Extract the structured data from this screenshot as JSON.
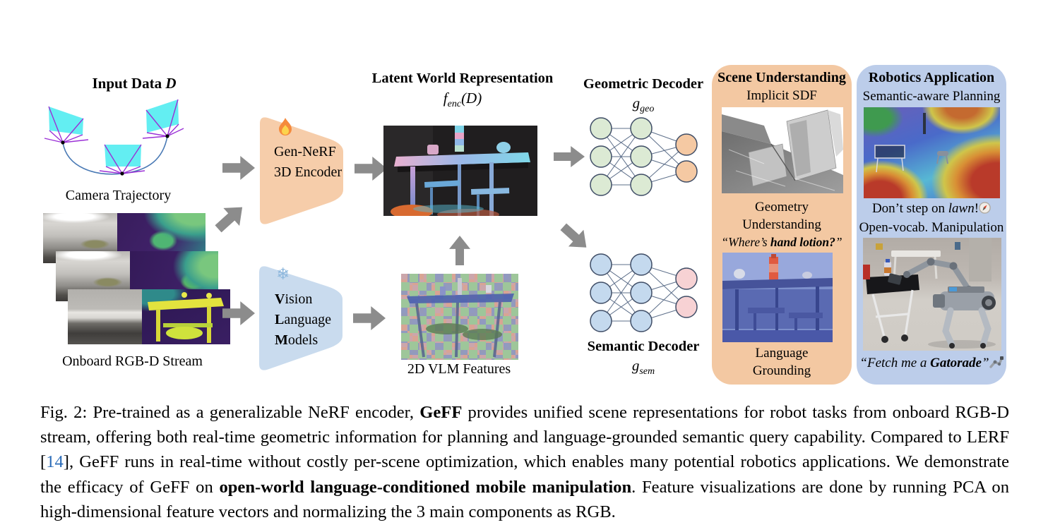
{
  "figure": {
    "input": {
      "title_text": "Input Data ",
      "title_var": "D",
      "camera_trajectory_label": "Camera Trajectory",
      "rgbd_stream_label": "Onboard RGB-D Stream"
    },
    "gen_nerf_encoder": {
      "line1": "Gen-NeRF",
      "line2": "3D Encoder"
    },
    "vlm_block": {
      "v_bold": "V",
      "v_rest": "ision",
      "l_bold": "L",
      "l_rest": "anguage",
      "m_bold": "M",
      "m_rest": "odels"
    },
    "latent": {
      "title": "Latent World Representation",
      "formula_f": "f",
      "formula_sub": "enc",
      "formula_args": "(D)"
    },
    "vlm_features_label": "2D VLM Features",
    "geometric_decoder": {
      "title": "Geometric Decoder",
      "symbol": "g",
      "symbol_sub": "geo"
    },
    "semantic_decoder": {
      "title": "Semantic Decoder",
      "symbol": "g",
      "symbol_sub": "sem"
    },
    "scene_panel": {
      "title": "Scene Understanding",
      "implicit_sdf_label": "Implicit SDF",
      "geometry_caption_line1": "Geometry",
      "geometry_caption_line2": "Understanding",
      "query_open": "“Where’s ",
      "query_bold": "hand lotion?",
      "query_close": "”",
      "grounding_caption_line1": "Language",
      "grounding_caption_line2": "Grounding"
    },
    "robotics_panel": {
      "title": "Robotics Application",
      "planning_label": "Semantic-aware Planning",
      "planning_caption_pre": "Don’t step on ",
      "planning_caption_italic": "lawn",
      "planning_caption_post": "!",
      "manipulation_label": "Open-vocab. Manipulation",
      "fetch_open": "“Fetch me a ",
      "fetch_bold": "Gatorade",
      "fetch_close": "”"
    }
  },
  "caption": {
    "p1": "Fig. 2: Pre-trained as a generalizable NeRF encoder, ",
    "bold1": "GeFF",
    "p2": " provides unified scene representations for robot tasks from onboard RGB-D stream, offering both real-time geometric information for planning and language-grounded semantic query capability. Compared to LERF [",
    "ref": "14",
    "p3": "], GeFF runs in real-time without costly per-scene optimization, which enables many potential robotics applications. We demonstrate the efficacy of GeFF on ",
    "bold2": "open-world language-conditioned mobile manipulation",
    "p4": ". Feature visualizations are done by running PCA on high-dimensional feature vectors and normalizing the 3 main components as RGB."
  },
  "colors": {
    "encoder_block": "#f6cdaa",
    "vlm_block": "#c9dbee",
    "scene_panel": "#f3c8a2",
    "robotics_panel": "#bccdea",
    "arrow": "#8c8c8c",
    "geo_node": "#dcead4",
    "geo_output_node": "#f5c9a3",
    "sem_node": "#c4d9ee",
    "sem_output_node": "#f7d2d4",
    "reference_link": "#2b6cb8"
  }
}
